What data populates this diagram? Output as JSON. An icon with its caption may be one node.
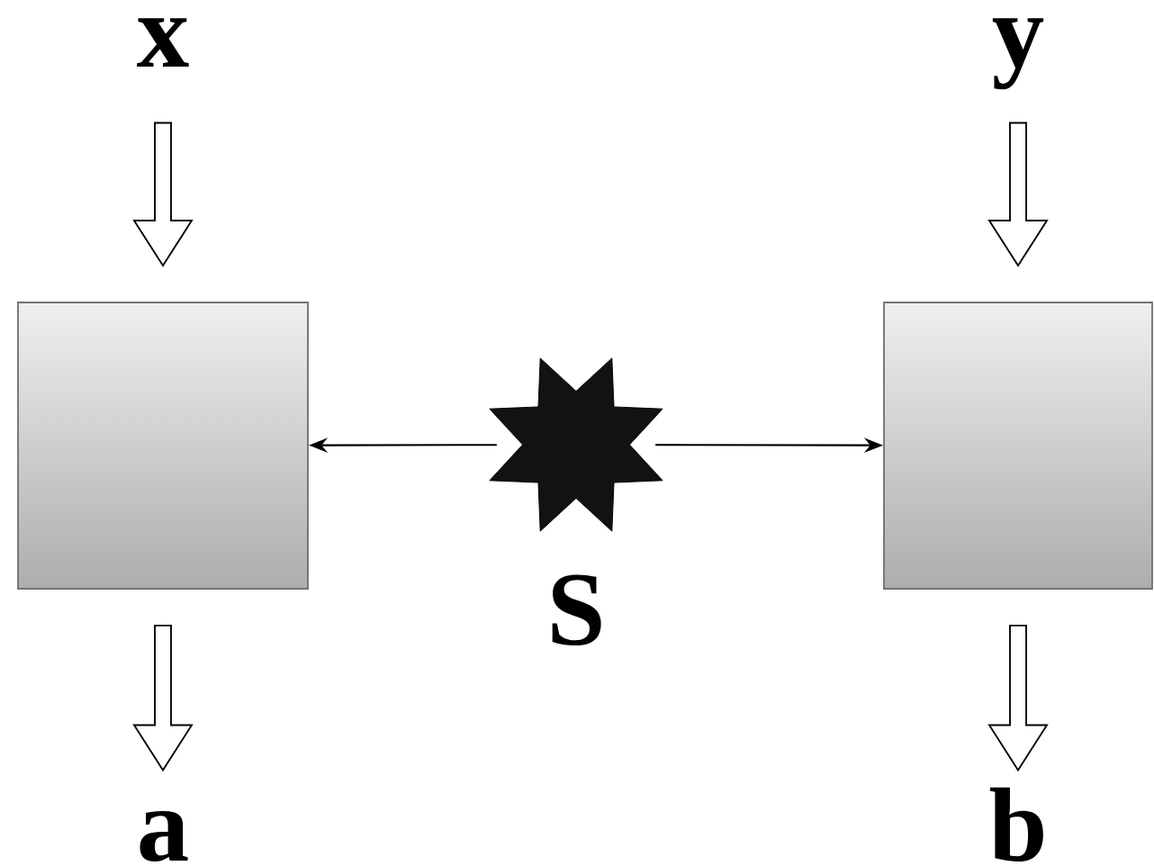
{
  "diagram": {
    "nodes": [
      {
        "text": [
          "x"
        ]
      },
      {
        "text": [
          "y"
        ]
      },
      {
        "text": [],
        "shape": "box"
      },
      {
        "text": [],
        "shape": "star",
        "beside": [
          "S"
        ]
      },
      {
        "text": [],
        "shape": "box"
      },
      {
        "text": [
          "a"
        ]
      },
      {
        "text": [
          "b"
        ]
      }
    ],
    "edges": [
      {
        "from": 0,
        "to": 2,
        "arrow": "to",
        "style": "thick"
      },
      {
        "from": 1,
        "to": 4,
        "arrow": "to",
        "style": "thick"
      },
      {
        "from": 3,
        "to": 2,
        "arrow": "to"
      },
      {
        "from": 3,
        "to": 4,
        "arrow": "to"
      },
      {
        "from": 2,
        "to": 5,
        "arrow": "to",
        "style": "thick"
      },
      {
        "from": 4,
        "to": 6,
        "arrow": "to",
        "style": "thick"
      }
    ]
  }
}
